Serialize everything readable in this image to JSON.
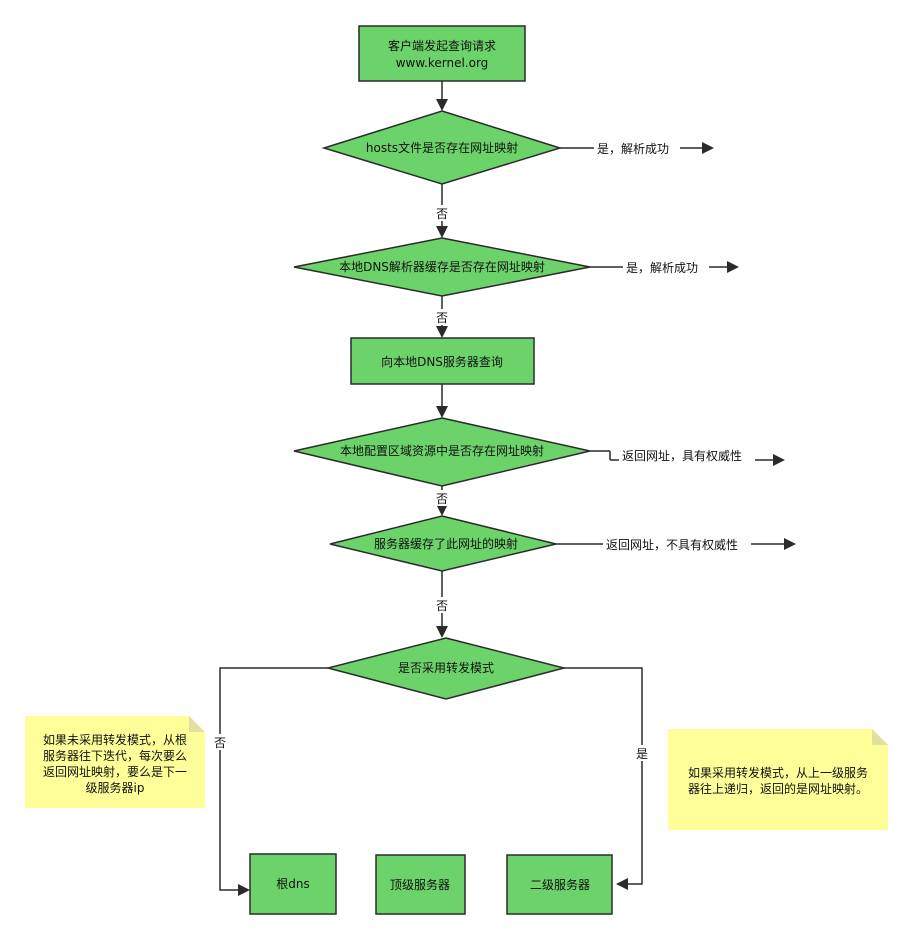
{
  "colors": {
    "node_fill": "#6cd36a",
    "stroke": "#2b2b2b",
    "note_fill": "#ffff99",
    "background": "#ffffff"
  },
  "nodes": {
    "start_line1": "客户端发起查询请求",
    "start_line2": "www.kernel.org",
    "hosts_check": "hosts文件是否存在网址映射",
    "local_cache_check": "本地DNS解析器缓存是否存在网址映射",
    "query_local_dns": "向本地DNS服务器查询",
    "zone_check": "本地配置区域资源中是否存在网址映射",
    "server_cache_check": "服务器缓存了此网址的映射",
    "forward_mode_check": "是否采用转发模式",
    "root_dns": "根dns",
    "top_level_server": "顶级服务器",
    "second_level_server": "二级服务器"
  },
  "edge_labels": {
    "hosts_yes": "是，解析成功",
    "cache_yes": "是，解析成功",
    "zone_yes": "返回网址，具有权威性",
    "server_cache_yes": "返回网址，不具有权威性",
    "no1": "否",
    "no2": "否",
    "no3": "否",
    "no4": "否",
    "forward_no": "否",
    "forward_yes": "是"
  },
  "notes": {
    "left_lines": [
      "如果未采用转发模式，从根",
      "服务器往下迭代，每次要么",
      "返回网址映射，要么是下一",
      "级服务器ip"
    ],
    "right_lines": [
      "如果采用转发模式，从上一级服务",
      "器往上递归，返回的是网址映射。"
    ]
  }
}
